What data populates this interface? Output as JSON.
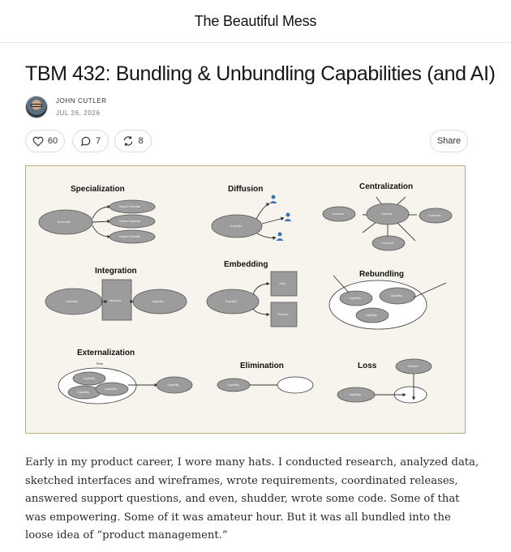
{
  "publication": {
    "name": "The Beautiful Mess"
  },
  "post": {
    "title": "TBM 432: Bundling & Unbundling Capabilities (and AI)",
    "author": "JOHN CUTLER",
    "date": "JUL 26, 2026"
  },
  "actions": {
    "likes": "60",
    "comments": "7",
    "restacks": "8",
    "share_label": "Share"
  },
  "diagram": {
    "panels": {
      "specialization": {
        "title": "Specialization",
        "center": "Broad skill",
        "branches": [
          "Deeper Expertise",
          "Deeper Expertise",
          "Deeper Expertise"
        ]
      },
      "diffusion": {
        "title": "Diffusion",
        "center": "Expertise"
      },
      "centralization": {
        "title": "Centralization",
        "center": "Expertise",
        "consumers": [
          "Consumer",
          "Consumer",
          "Consumer"
        ]
      },
      "integration": {
        "title": "Integration",
        "left": "Capability",
        "middle": "Integration",
        "right": "Capability"
      },
      "embedding": {
        "title": "Embedding",
        "center": "Expertise",
        "targets": [
          "Tools",
          "Routines"
        ]
      },
      "rebundling": {
        "title": "Rebundling",
        "items": [
          "Capability",
          "Capability",
          "Capability"
        ]
      },
      "externalization": {
        "title": "Externalization",
        "firm_label": "Firm",
        "items": [
          "Capability",
          "Capability",
          "Capability"
        ],
        "external": "Capability"
      },
      "elimination": {
        "title": "Elimination",
        "item": "Capability"
      },
      "loss": {
        "title": "Loss",
        "demand": "Demand",
        "item": "Capability"
      }
    }
  },
  "body": {
    "paragraph": "Early in my product career, I wore many hats. I conducted research, analyzed data, sketched interfaces and wireframes, wrote requirements, coordinated releases, answered support questions, and even, shudder, wrote some code. Some of that was empowering. Some of it was amateur hour. But it was all bundled into the loose idea of “product management.”"
  }
}
